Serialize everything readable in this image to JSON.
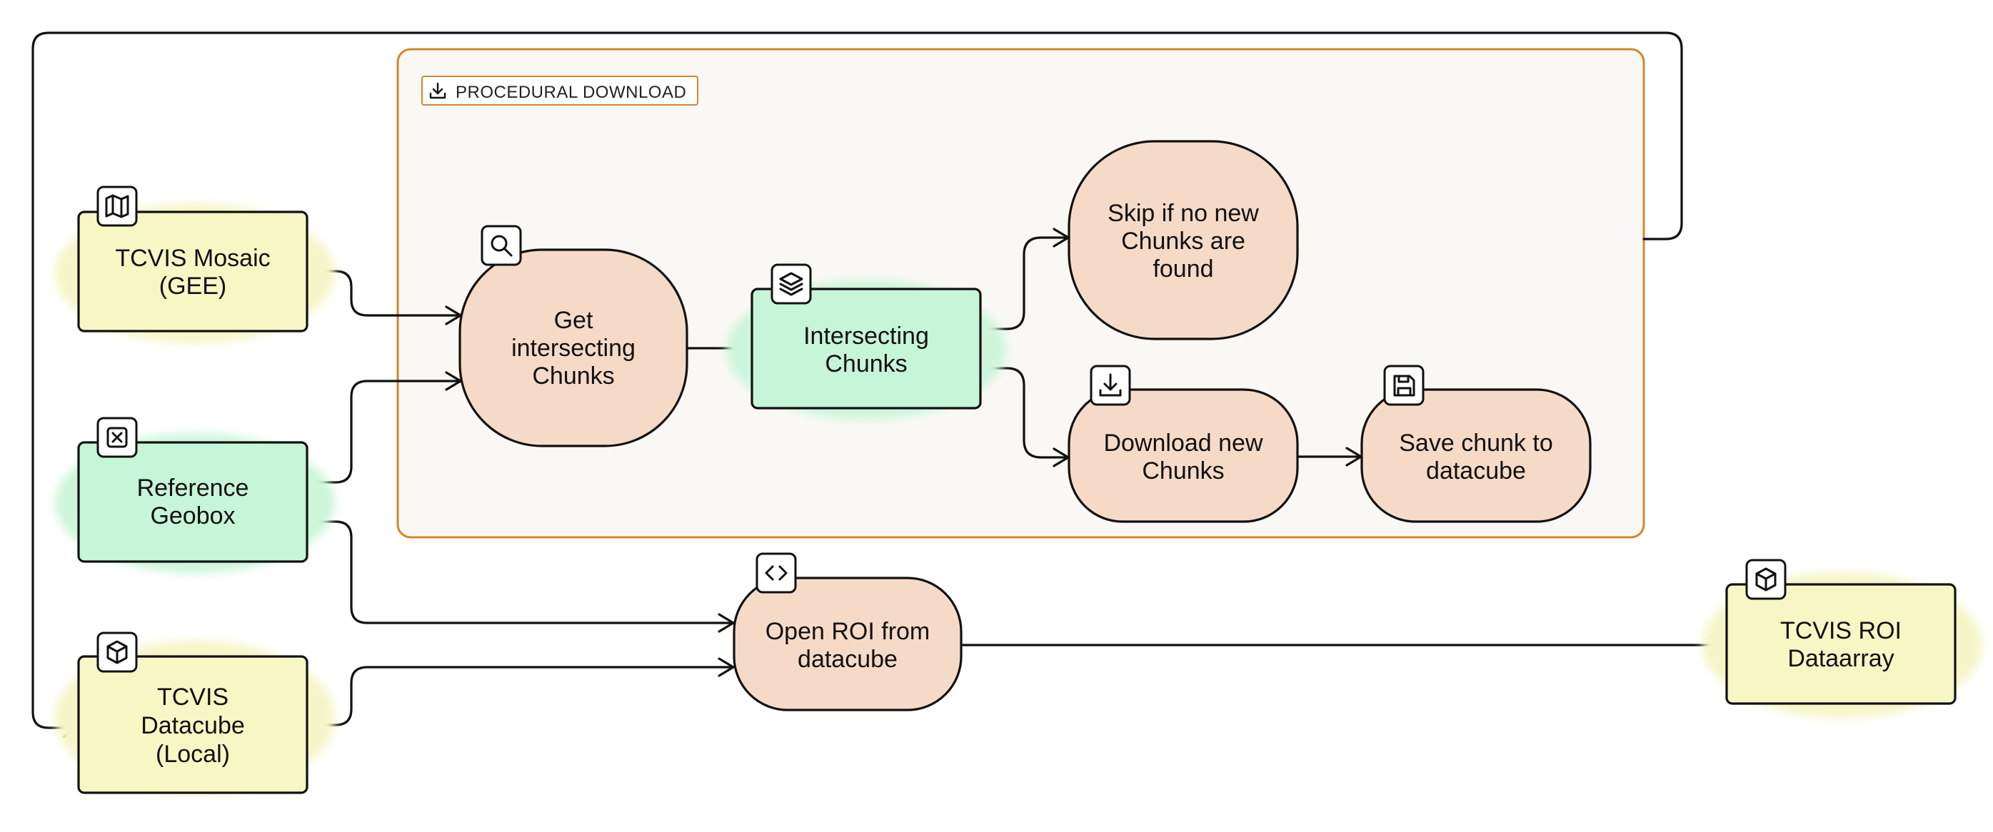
{
  "colors": {
    "yellow_fill": "#F7F7C5",
    "yellow_glow": "#F5F6C8",
    "green_fill": "#C6F5D8",
    "green_glow": "#CDF6DB",
    "peach_fill": "#F6DAC8",
    "group_border": "#D4872A",
    "group_fill": "#FAF8F5",
    "stroke": "#111111"
  },
  "group": {
    "label": "PROCEDURAL DOWNLOAD",
    "icon": "download-icon"
  },
  "nodes": {
    "tcvis_mosaic": {
      "line1": "TCVIS Mosaic",
      "line2": "(GEE)",
      "icon": "map-icon"
    },
    "reference_geobox": {
      "line1": "Reference",
      "line2": "Geobox",
      "icon": "x-square-icon"
    },
    "tcvis_datacube": {
      "line1": "TCVIS",
      "line2": "Datacube",
      "line3": "(Local)",
      "icon": "cube-icon"
    },
    "get_intersecting": {
      "line1": "Get",
      "line2": "intersecting",
      "line3": "Chunks",
      "icon": "search-icon"
    },
    "intersecting_chunks": {
      "line1": "Intersecting",
      "line2": "Chunks",
      "icon": "layers-icon"
    },
    "skip_if_none": {
      "line1": "Skip if no new",
      "line2": "Chunks are",
      "line3": "found"
    },
    "download_new": {
      "line1": "Download new",
      "line2": "Chunks",
      "icon": "download-icon"
    },
    "save_chunk": {
      "line1": "Save chunk to",
      "line2": "datacube",
      "icon": "save-icon"
    },
    "open_roi": {
      "line1": "Open ROI from",
      "line2": "datacube",
      "icon": "code-icon"
    },
    "tcvis_roi": {
      "line1": "TCVIS ROI",
      "line2": "Dataarray",
      "icon": "cube-icon"
    }
  }
}
